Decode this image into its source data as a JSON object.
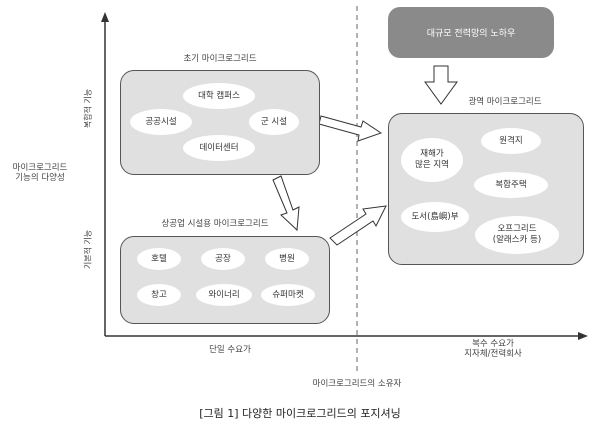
{
  "axes": {
    "y_title": "마이크로그리드\n기능의 다양성",
    "y_upper": "복합적 기능",
    "y_lower": "기본적 기능",
    "x_left": "단일 수요가",
    "x_right": "복수 수요가\n지자체/전력회사",
    "x_title": "마이크로그리드의 소유자"
  },
  "groups": {
    "early": {
      "title": "초기 마이크로그리드",
      "items": [
        "대학 캠퍼스",
        "공공시설",
        "군 시설",
        "데이터센터"
      ]
    },
    "commercial": {
      "title": "상공업 시설용 마이크로그리드",
      "items": [
        "호텔",
        "공장",
        "병원",
        "창고",
        "와이너리",
        "슈퍼마켓"
      ]
    },
    "wide": {
      "title": "광역 마이크로그리드",
      "items": [
        "재해가\n많은 지역",
        "원격지",
        "복합주택",
        "도서(島嶼)부",
        "오프그리드\n(알래스카 등)"
      ]
    }
  },
  "knowhow": "대규모 전력망의 노하우",
  "caption": "[그림 1] 다양한 마이크로그리드의 포지셔닝",
  "colors": {
    "group_fill": "#e0e0e0",
    "dark_box": "#8a8a8a",
    "line": "#333333"
  }
}
